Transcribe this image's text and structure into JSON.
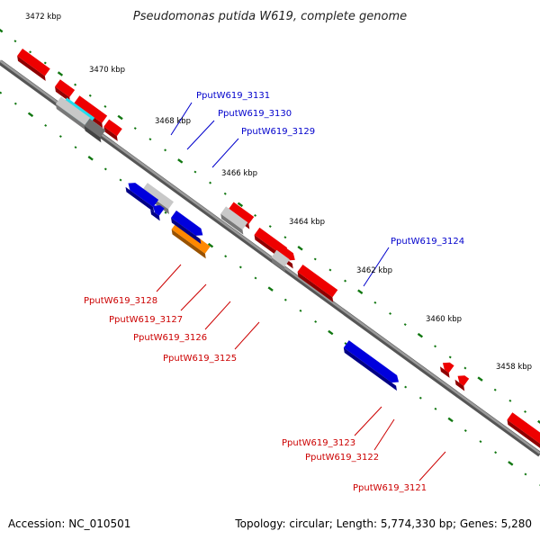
{
  "title": "Pseudomonas putida W619, complete genome",
  "footer": {
    "accession": "Accession: NC_010501",
    "summary": "Topology: circular; Length: 5,774,330 bp; Genes: 5,280"
  },
  "scale_labels": [
    "3472 kbp",
    "3470 kbp",
    "3468 kbp",
    "3466 kbp",
    "3464 kbp",
    "3462 kbp",
    "3460 kbp",
    "3458 kbp"
  ],
  "gene_labels": [
    {
      "text": "PputW619_3131",
      "strand": "forward"
    },
    {
      "text": "PputW619_3130",
      "strand": "forward"
    },
    {
      "text": "PputW619_3129",
      "strand": "forward"
    },
    {
      "text": "PputW619_3124",
      "strand": "forward"
    },
    {
      "text": "PputW619_3128",
      "strand": "reverse"
    },
    {
      "text": "PputW619_3127",
      "strand": "reverse"
    },
    {
      "text": "PputW619_3126",
      "strand": "reverse"
    },
    {
      "text": "PputW619_3125",
      "strand": "reverse"
    },
    {
      "text": "PputW619_3123",
      "strand": "reverse"
    },
    {
      "text": "PputW619_3122",
      "strand": "reverse"
    },
    {
      "text": "PputW619_3121",
      "strand": "reverse"
    }
  ],
  "colors": {
    "forward_label": "#0000cc",
    "reverse_label": "#cc0000",
    "red_gene": "#ee0000",
    "blue_gene": "#0000dd",
    "orange_gene": "#ff8800",
    "grey_gene": "#c8c8c8",
    "dark_gene": "#707070",
    "cyan_gene": "#22ddee",
    "tick": "#117711",
    "backbone": "#888888"
  }
}
